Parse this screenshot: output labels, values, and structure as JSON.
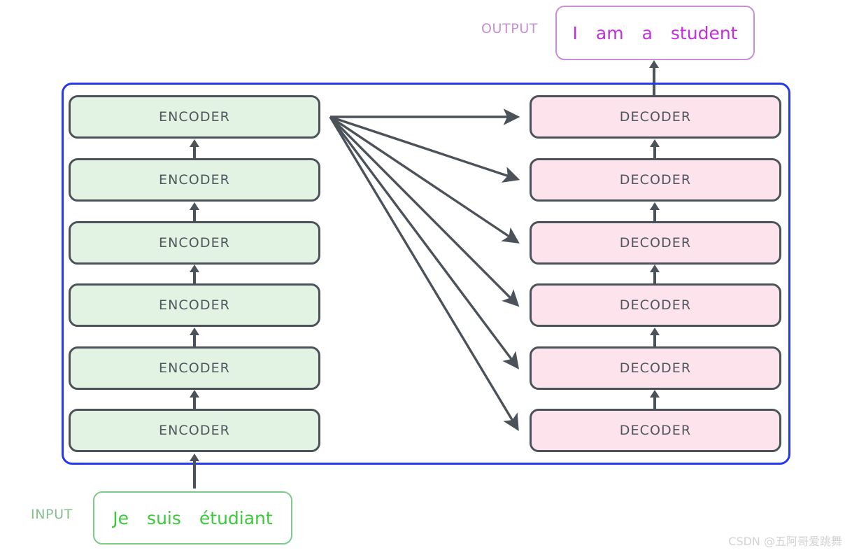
{
  "diagram": {
    "title": "Transformer encoder-decoder stack",
    "colors": {
      "encoder_fill": "#e2f3e3",
      "decoder_fill": "#fce3ec",
      "block_border": "#4b525a",
      "container_border": "#2438f0",
      "input_accent": "#7fc98a",
      "input_text": "#3cc93c",
      "input_label": "#84bf8f",
      "output_accent": "#c78fd4",
      "output_text": "#c22fdd",
      "output_label": "#c78fd4",
      "arrow": "#4b525a",
      "watermark": "#d3d3d3"
    }
  },
  "input": {
    "label": "INPUT",
    "tokens": [
      "Je",
      "suis",
      "étudiant"
    ]
  },
  "output": {
    "label": "OUTPUT",
    "tokens": [
      "I",
      "am",
      "a",
      "student"
    ]
  },
  "encoder_stack": {
    "name": "encoder-stack",
    "blocks": [
      {
        "label": "ENCODER"
      },
      {
        "label": "ENCODER"
      },
      {
        "label": "ENCODER"
      },
      {
        "label": "ENCODER"
      },
      {
        "label": "ENCODER"
      },
      {
        "label": "ENCODER"
      }
    ]
  },
  "decoder_stack": {
    "name": "decoder-stack",
    "blocks": [
      {
        "label": "DECODER"
      },
      {
        "label": "DECODER"
      },
      {
        "label": "DECODER"
      },
      {
        "label": "DECODER"
      },
      {
        "label": "DECODER"
      },
      {
        "label": "DECODER"
      }
    ]
  },
  "watermark": {
    "text": "CSDN @五阿哥爱跳舞"
  }
}
